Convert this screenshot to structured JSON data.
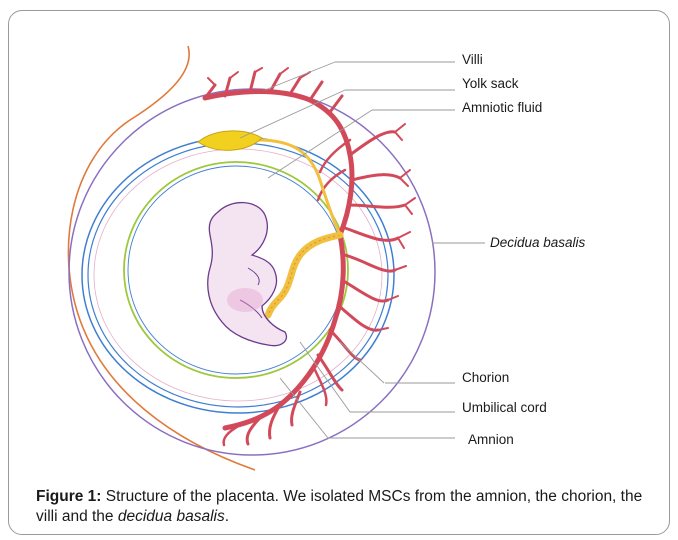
{
  "labels": {
    "villi": "Villi",
    "yolk_sack": "Yolk sack",
    "amniotic_fluid": "Amniotic fluid",
    "decidua_basalis": "Decidua basalis",
    "chorion": "Chorion",
    "umbilical_cord": "Umbilical cord",
    "amnion": "Amnion"
  },
  "caption": {
    "figure_label": "Figure 1:",
    "text_before": " Structure of the placenta. We isolated MSCs from the amnion, the chorion, the villi and the ",
    "italic_term": "decidua basalis",
    "text_after": "."
  },
  "colors": {
    "outer_circle": "#8b6fc0",
    "chorion": "#3f7fd0",
    "amnion": "#9ec83a",
    "villi": "#d24a5a",
    "yolk_sack": "#f2d020",
    "embryo_fill": "#f4e4f2",
    "embryo_outline": "#6b3a8a",
    "uterus_wall": "#e07a3c",
    "leader_line": "#9a9a9a"
  }
}
